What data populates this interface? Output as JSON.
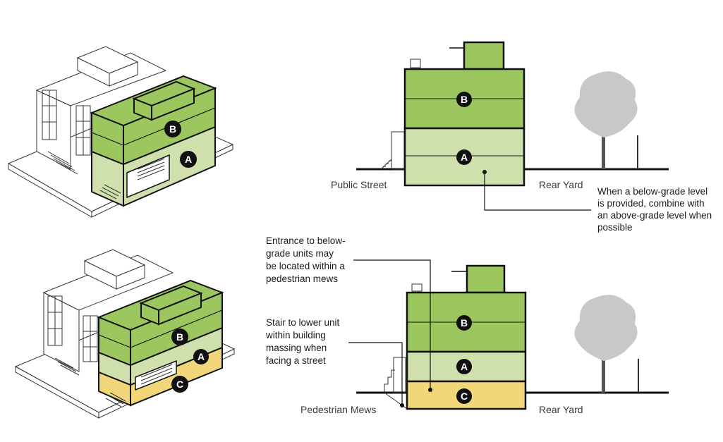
{
  "colors": {
    "green_dark": "#9cc75e",
    "green_light": "#cfe0ac",
    "yellow": "#f2d77a",
    "outline": "#111111",
    "tree": "#c8c8c8",
    "badge": "#111111"
  },
  "badges": {
    "a": "A",
    "b": "B",
    "c": "C"
  },
  "top_section": {
    "left_label": "Public Street",
    "right_label": "Rear Yard",
    "note": [
      "When a below-grade level",
      "is provided, combine with",
      "an above-grade level when",
      "possible"
    ]
  },
  "bottom_section": {
    "left_label": "Pedestrian Mews",
    "right_label": "Rear Yard",
    "note_entrance": [
      "Entrance to below-",
      "grade units may",
      "be located within a",
      "pedestrian mews"
    ],
    "note_stair": [
      "Stair to lower unit",
      "within building",
      "massing when",
      "facing a street"
    ]
  }
}
